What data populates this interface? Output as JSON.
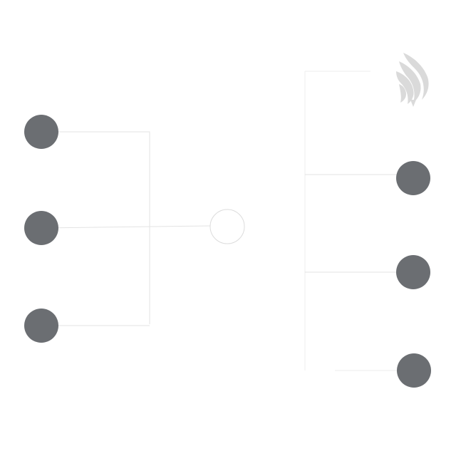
{
  "diagram": {
    "left_nodes": 3,
    "right_nodes": 3,
    "hub": "central-hub-node",
    "colors": {
      "node": "#6b6e72",
      "connector": "#e3e3e3",
      "hub_border": "#dcdcdc",
      "logo": "#d7d7d7",
      "background": "#ffffff"
    }
  },
  "logo": {
    "icon": "phoenix-wing-icon"
  }
}
